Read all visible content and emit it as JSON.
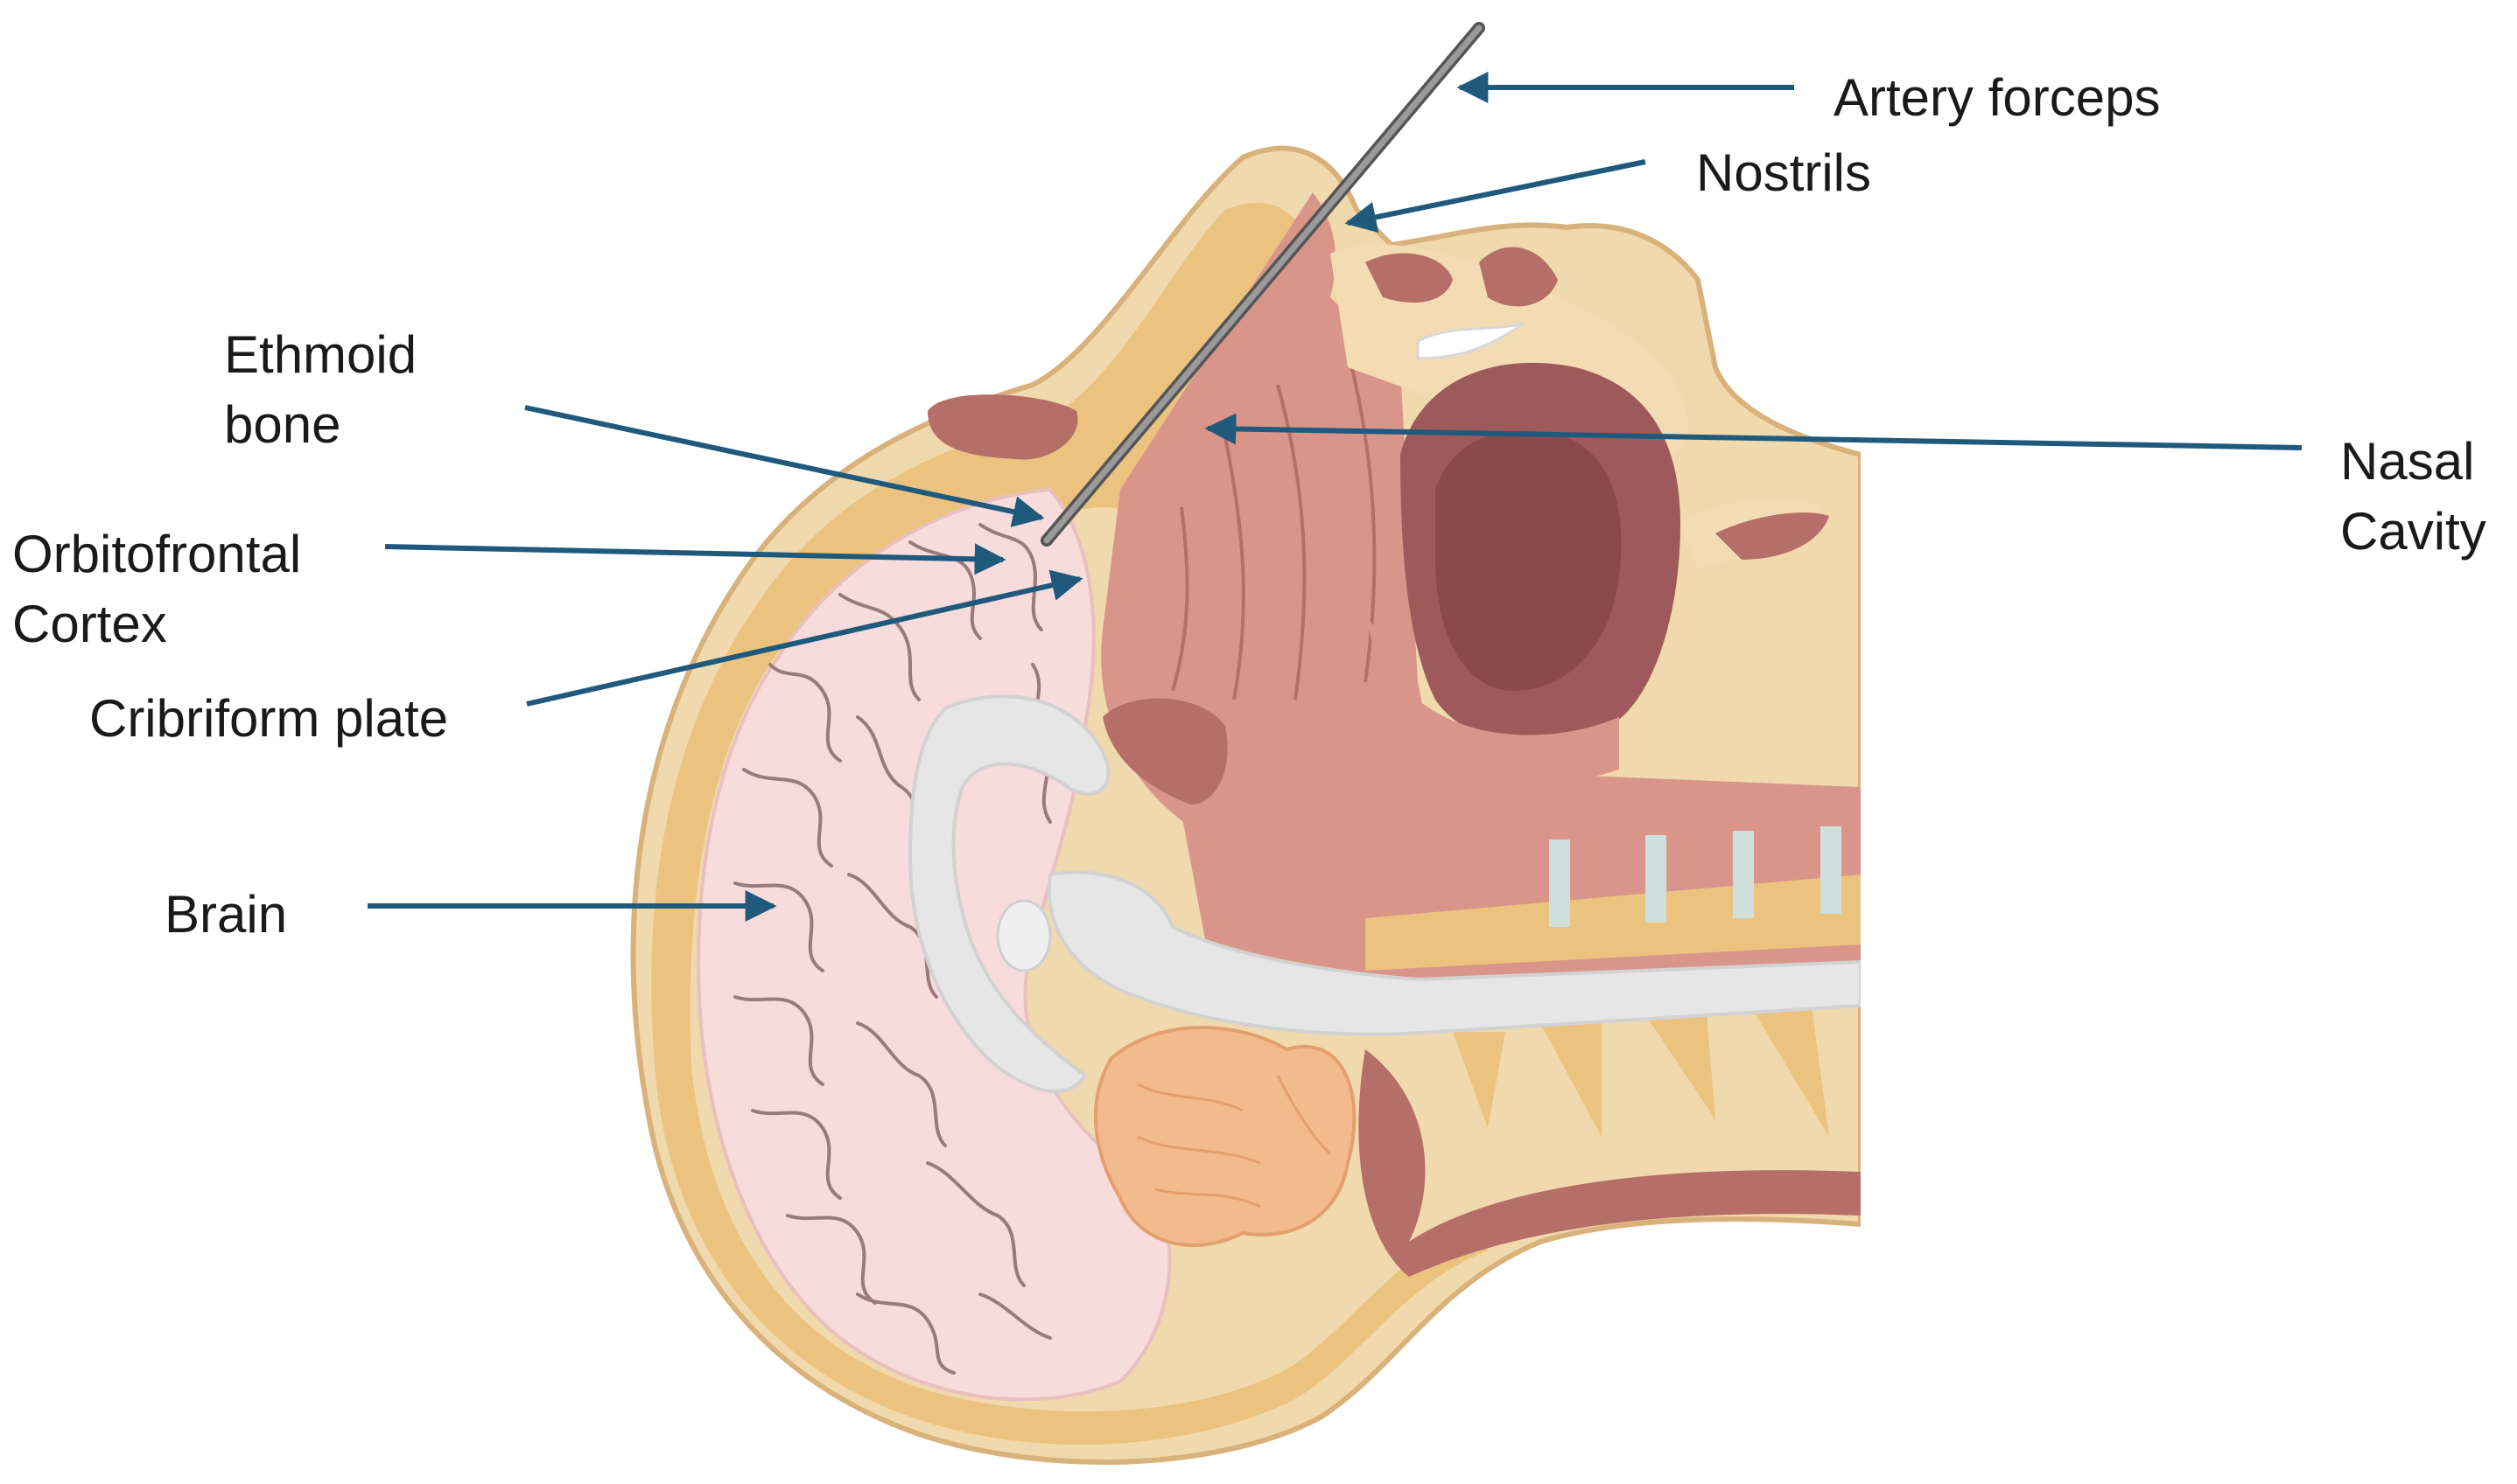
{
  "labels": {
    "artery_forceps": "Artery forceps",
    "nostrils": "Nostrils",
    "ethmoid_line1": "Ethmoid",
    "ethmoid_line2": "bone",
    "nasal_line1": "Nasal",
    "nasal_line2": "Cavity",
    "orbitofrontal_line1": "Orbitofrontal",
    "orbitofrontal_line2": "Cortex",
    "cribriform": "Cribriform plate",
    "brain": "Brain"
  },
  "colors": {
    "skin": "#f0d9ad",
    "skull": "#ecc27f",
    "skull_light": "#f3dcb4",
    "tissue": "#d9958a",
    "tissue_dark": "#b66e68",
    "cavity": "#9e5a5a",
    "cavity_dark": "#8a4a4a",
    "brain": "#f7dcdb",
    "brain_fold": "#9a7a7a",
    "white_matter": "#e6e6e6",
    "cerebellum": "#f2bb8e",
    "cartilage": "#f6e6c4",
    "arrow": "#1f5a7d",
    "instrument": "#888888"
  }
}
